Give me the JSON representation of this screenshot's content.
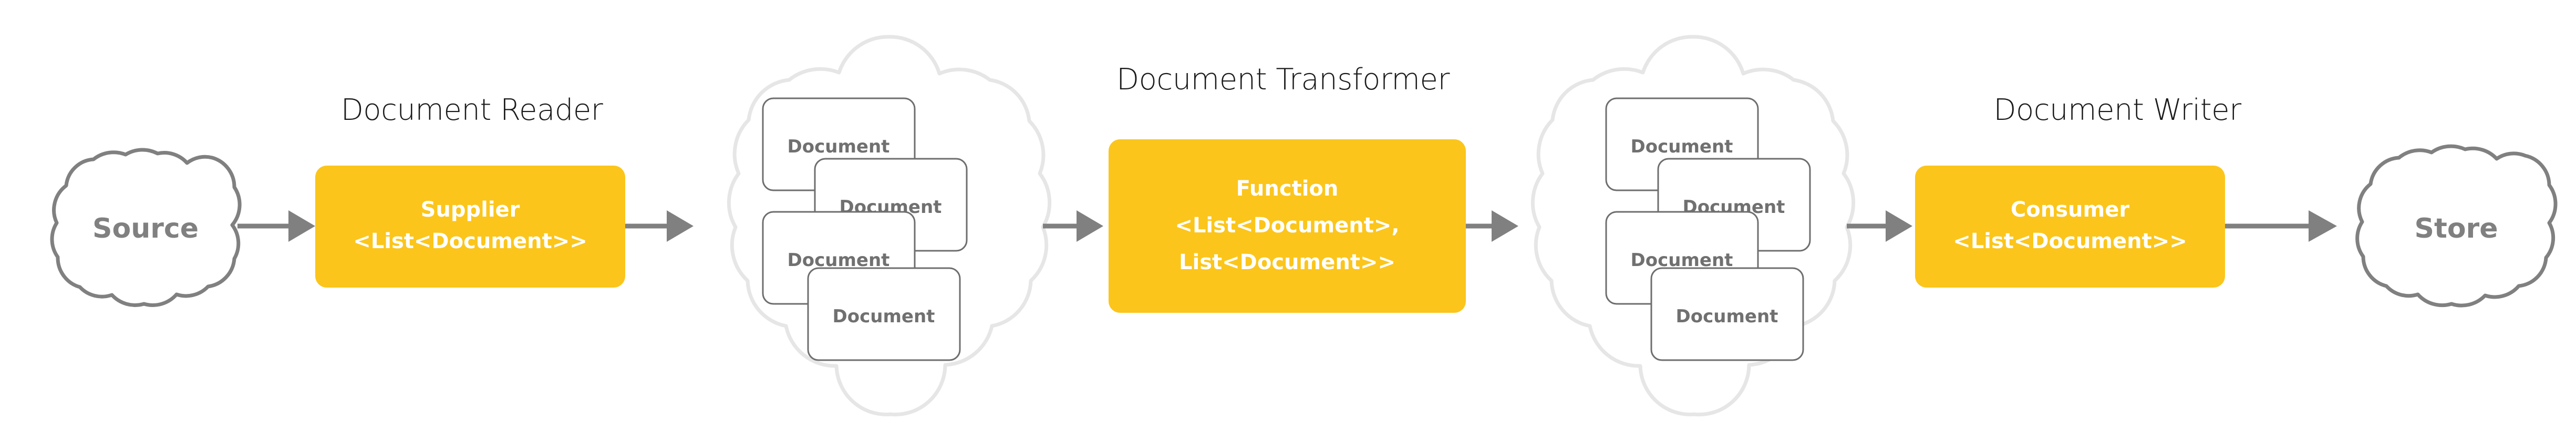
{
  "diagram": {
    "title_color": "#1a1a1a",
    "accent_color": "#FBC51B",
    "line_color": "#808080",
    "faint_cloud_color": "#e6e6e6",
    "card_border_color": "#6e6e6e",
    "label_gray": "#808080",
    "background": "#ffffff"
  },
  "stage_titles": {
    "reader": "Document Reader",
    "transformer": "Document Transformer",
    "writer": "Document Writer"
  },
  "clouds": {
    "source": "Source",
    "store": "Store"
  },
  "boxes": {
    "supplier": {
      "line1": "Supplier",
      "line2": "<List<Document>>"
    },
    "function": {
      "line1": "Function",
      "line2": "<List<Document>,",
      "line3": "List<Document>>"
    },
    "consumer": {
      "line1": "Consumer",
      "line2": "<List<Document>>"
    }
  },
  "document_stacks": {
    "left": {
      "cards": [
        {
          "label": "Document"
        },
        {
          "label": "Document"
        },
        {
          "label": "Document"
        },
        {
          "label": "Document"
        }
      ]
    },
    "right": {
      "cards": [
        {
          "label": "Document"
        },
        {
          "label": "Document"
        },
        {
          "label": "Document"
        },
        {
          "label": "Document"
        }
      ]
    }
  },
  "connectors": [
    {
      "from": "source",
      "to": "supplier"
    },
    {
      "from": "supplier",
      "to": "left-documents"
    },
    {
      "from": "left-documents",
      "to": "function"
    },
    {
      "from": "function",
      "to": "right-documents"
    },
    {
      "from": "right-documents",
      "to": "consumer"
    },
    {
      "from": "consumer",
      "to": "store"
    }
  ]
}
